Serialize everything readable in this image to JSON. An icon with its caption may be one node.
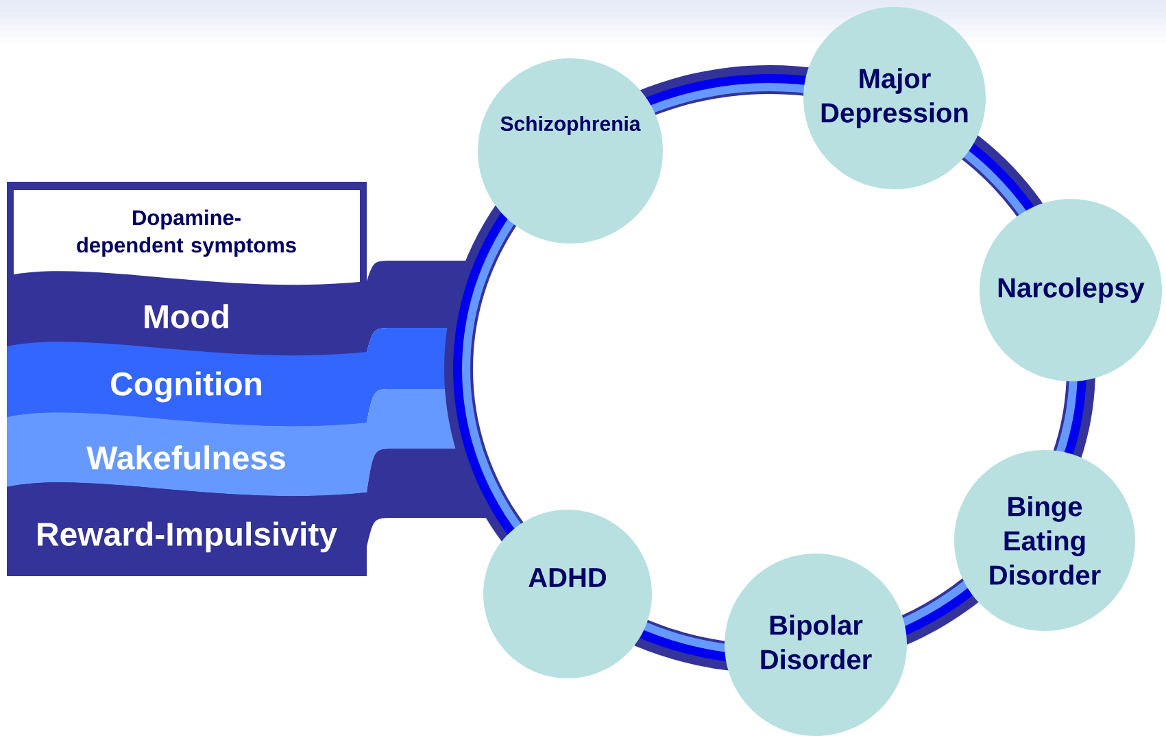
{
  "diagram": {
    "nodes": [
      {
        "text": [
          "Dopamine-dependent symptoms"
        ]
      },
      {
        "text": [
          "Mood"
        ],
        "in": 0
      },
      {
        "text": [
          "Cognition"
        ],
        "in": 0
      },
      {
        "text": [
          "Wakefulness"
        ],
        "in": 0
      },
      {
        "text": [
          "Reward-Impulsivity"
        ],
        "in": 0
      },
      {
        "text": [
          "Schizophrenia"
        ]
      },
      {
        "text": [
          "Major Depression"
        ]
      },
      {
        "text": [
          "Narcolepsy"
        ]
      },
      {
        "text": [
          "Binge Eating Disorder"
        ]
      },
      {
        "text": [
          "Bipolar Disorder"
        ]
      },
      {
        "text": [
          "ADHD"
        ]
      }
    ]
  }
}
